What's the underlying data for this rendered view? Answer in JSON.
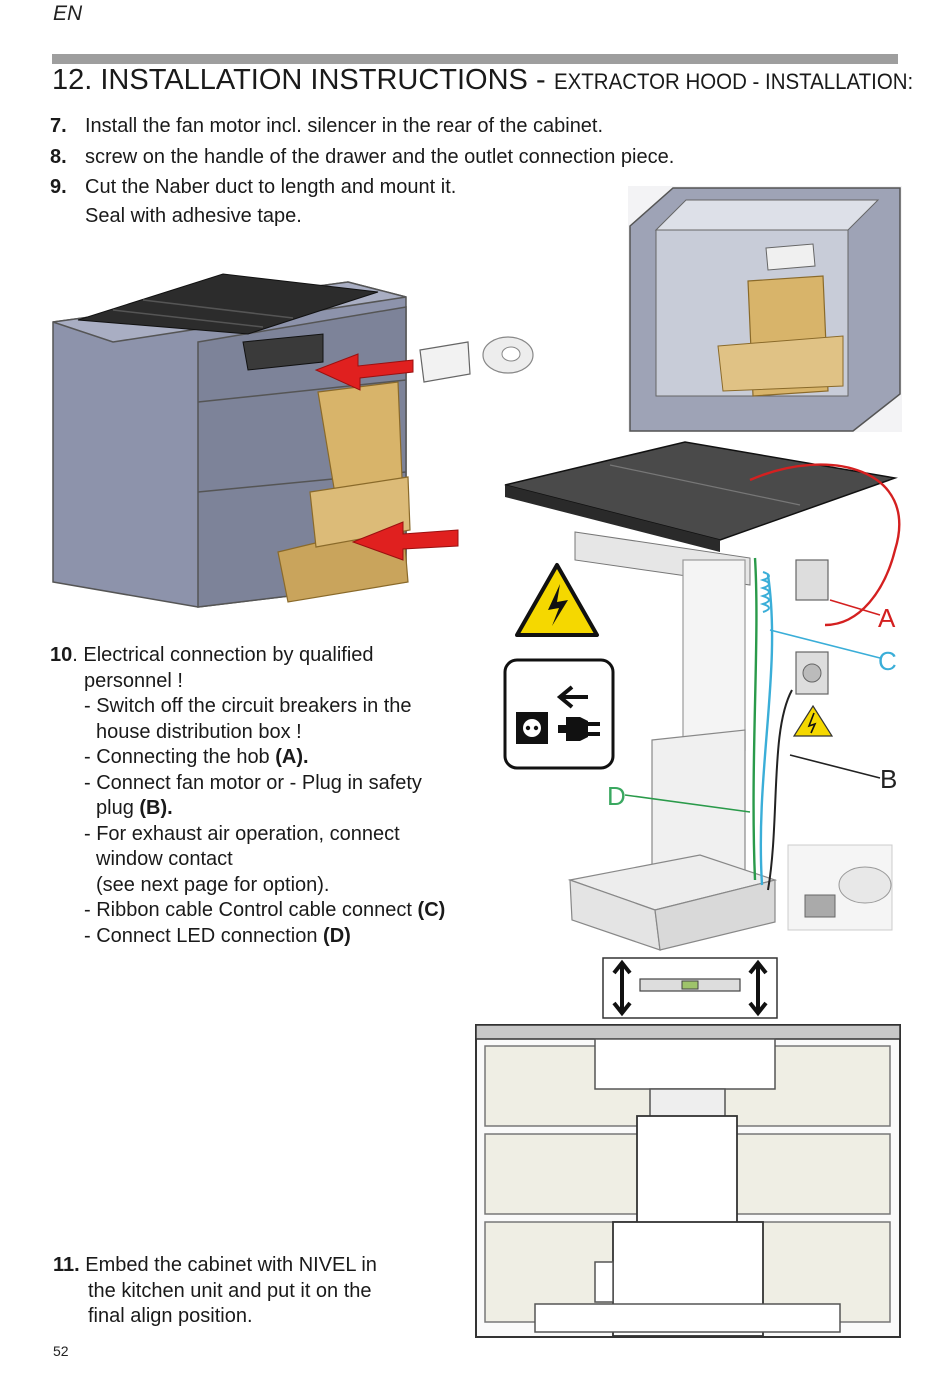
{
  "header": {
    "lang": "EN",
    "title_main": "12. INSTALLATION INSTRUCTIONS - ",
    "title_sub": "EXTRACTOR HOOD - INSTALLATION:"
  },
  "steps": {
    "s7": {
      "num": "7.",
      "text": "Install the fan motor incl. silencer in the rear of the cabinet."
    },
    "s8": {
      "num": "8.",
      "text": "screw on the handle of the drawer and the outlet  connection piece."
    },
    "s9": {
      "num": "9.",
      "text": "Cut the Naber duct to length and mount it.",
      "text2": "Seal with adhesive tape."
    },
    "s10": {
      "num": "10",
      "line1": ". Electrical connection by qualified",
      "line2": "personnel !",
      "b1a": "- Switch off the circuit breakers in the",
      "b1b": "house distribution box !",
      "b2": "- Connecting the hob ",
      "b2bold": "(A).",
      "b3a": "- Connect fan motor or - Plug in safety",
      "b3b": "plug ",
      "b3bold": "(B).",
      "b4a": "- For exhaust air operation, connect",
      "b4b": "window contact",
      "b4c": "(see next page for option).",
      "b5": "- Ribbon cable Control cable connect ",
      "b5bold": "(C)",
      "b6": "- Connect LED connection ",
      "b6bold": "(D)"
    },
    "s11": {
      "num": "11.",
      "line1": " Embed the cabinet with NIVEL in",
      "line2": "the kitchen unit and put it on the",
      "line3": "final align position."
    }
  },
  "diagram_labels": {
    "a": "A",
    "b": "B",
    "c": "C",
    "d": "D"
  },
  "footer": {
    "page_number": "52"
  },
  "colors": {
    "arrow_red": "#e0201f",
    "wood": "#d8b46a",
    "cabinet": "#8a90a8",
    "warning_yellow": "#f5d800",
    "label_cyan": "#3aaed8",
    "label_green": "#3aa860"
  }
}
